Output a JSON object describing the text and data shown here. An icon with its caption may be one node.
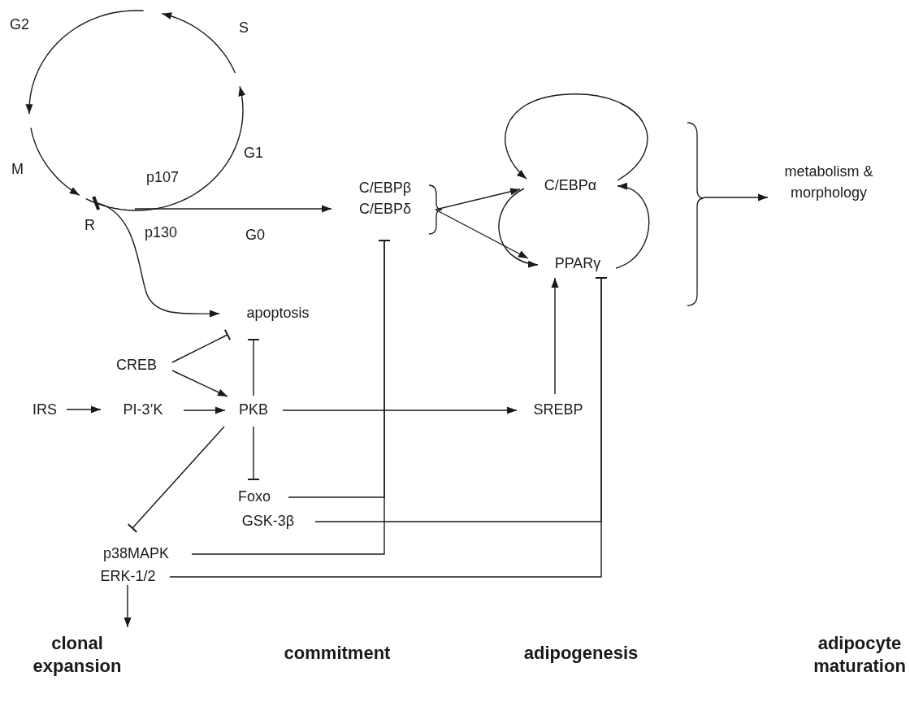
{
  "diagram": {
    "nodes": [
      {
        "text": [],
        "shape": "circle"
      },
      {
        "text": [
          "C/EBPβ",
          "C/EBPδ"
        ]
      },
      {
        "text": [
          "C/EBPα"
        ]
      },
      {
        "text": [
          "PPARγ"
        ]
      },
      {
        "text": [
          "metabolism & morphology"
        ]
      },
      {
        "text": [
          "apoptosis"
        ]
      },
      {
        "text": [
          "CREB"
        ]
      },
      {
        "text": [
          "IRS"
        ]
      },
      {
        "text": [
          "PI-3’K"
        ]
      },
      {
        "text": [
          "PKB"
        ]
      },
      {
        "text": [
          "SREBP"
        ]
      },
      {
        "text": [
          "Foxo"
        ]
      },
      {
        "text": [
          "GSK-3β"
        ]
      },
      {
        "text": [
          "p38MAPK"
        ]
      },
      {
        "text": [
          "ERK-1/2"
        ]
      },
      {
        "text": [
          "clonal expansion"
        ]
      },
      {
        "text": [],
        "shape": "brace"
      }
    ],
    "edges": [
      {
        "from": 0,
        "to": 1,
        "arrow": "to",
        "label": "G0"
      },
      {
        "from": 0,
        "to": 5,
        "arrow": "to"
      },
      {
        "from": 1,
        "to": 2,
        "arrow": "to"
      },
      {
        "from": 1,
        "to": 3,
        "arrow": "to"
      },
      {
        "from": 2,
        "to": 2,
        "arrow": "to"
      },
      {
        "from": 2,
        "to": 3,
        "arrow": "to"
      },
      {
        "from": 3,
        "to": 2,
        "arrow": "to"
      },
      {
        "from": 16,
        "to": 4,
        "arrow": "to"
      },
      {
        "from": 6,
        "to": 5,
        "arrow": "other"
      },
      {
        "from": 6,
        "to": 9,
        "arrow": "to"
      },
      {
        "from": 7,
        "to": 8,
        "arrow": "to"
      },
      {
        "from": 8,
        "to": 9,
        "arrow": "to"
      },
      {
        "from": 9,
        "to": 5,
        "arrow": "other"
      },
      {
        "from": 9,
        "to": 10,
        "arrow": "to"
      },
      {
        "from": 9,
        "to": 11,
        "arrow": "other"
      },
      {
        "from": 9,
        "to": 13,
        "arrow": "other"
      },
      {
        "from": 10,
        "to": 3,
        "arrow": "to"
      },
      {
        "from": 11,
        "to": 1,
        "arrow": "other"
      },
      {
        "from": 13,
        "to": 1,
        "arrow": "other"
      },
      {
        "from": 12,
        "to": 3,
        "arrow": "other"
      },
      {
        "from": 14,
        "to": 3,
        "arrow": "other"
      },
      {
        "from": 14,
        "to": 15,
        "arrow": "to"
      }
    ],
    "labels": [
      "G2",
      "S",
      "M",
      "G1",
      "p107",
      "R",
      "p130",
      "commitment",
      "adipogenesis",
      "adipocyte maturation"
    ]
  }
}
